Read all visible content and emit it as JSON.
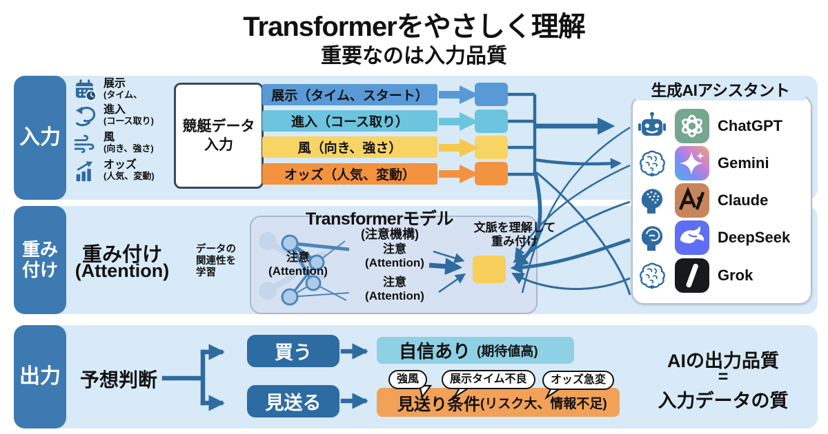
{
  "header": {
    "title": "Transformerをやさしく理解",
    "subtitle": "重要なのは入力品質"
  },
  "colors": {
    "line_blue": "#2e6b9f",
    "band_bg": "#d8eaf7",
    "sidebar_blue": "#3d7ab2",
    "button_blue": "#2d6ba3",
    "yellow_box": "#f7cf5a",
    "confidence_bar": "#8ed0e4",
    "pass_bar": "#f2a158"
  },
  "input": {
    "label": "入力",
    "items": [
      {
        "icon": "calendar-clock-icon",
        "title": "展示",
        "sub": "(タイム、"
      },
      {
        "icon": "curve-arrow-icon",
        "title": "進入",
        "sub": "(コース取り)"
      },
      {
        "icon": "wind-icon",
        "title": "風",
        "sub": "(向き、強さ)"
      },
      {
        "icon": "chart-up-icon",
        "title": "オッズ",
        "sub": "(人気、変動)"
      }
    ],
    "box_line1": "競艇データ",
    "box_line2": "入力",
    "bars": [
      {
        "label": "展示（タイム、スタート）",
        "color": "#599ad6"
      },
      {
        "label": "進入（コース取り）",
        "color": "#6cc4de"
      },
      {
        "label": "風（向き、強さ）",
        "color": "#f8d464"
      },
      {
        "label": "オッズ（人気、変動）",
        "color": "#f3923f"
      }
    ]
  },
  "weighting": {
    "label": "重み付け",
    "heading": "重み付け",
    "heading_sub": "(Attention)",
    "note_lines": [
      "データの",
      "関連性を",
      "学習"
    ],
    "model_title": "Transformerモデル",
    "model_subtitle": "(注意機構)",
    "attention_left": {
      "l1": "注意",
      "l2": "(Attention)"
    },
    "attention_mid": {
      "l1": "注意",
      "l2": "(Attention)"
    },
    "attention_bottom": {
      "l1": "注意",
      "l2": "(Attention)"
    },
    "context_line1": "文脈を理解して",
    "context_line2": "重み付け"
  },
  "ai_panel": {
    "title": "生成AIアシスタント",
    "assistants": [
      {
        "name": "ChatGPT",
        "icon": "robot-icon",
        "logo": "openai-logo",
        "logo_bg": "#74a78e"
      },
      {
        "name": "Gemini",
        "icon": "brain-icon",
        "logo": "gemini-star-logo",
        "logo_bg": "linear-gradient(45deg,#4db3e8 0%,#7e8cf2 35%,#c77fd8 62%,#eba874 100%)"
      },
      {
        "name": "Claude",
        "icon": "head-circuit-icon",
        "logo": "claude-a-logo",
        "logo_bg": "#c8855c"
      },
      {
        "name": "DeepSeek",
        "icon": "head-brain-icon",
        "logo": "deepseek-whale-logo",
        "logo_bg": "#5f6ef2"
      },
      {
        "name": "Grok",
        "icon": "brain-icon",
        "logo": "grok-slash-logo",
        "logo_bg": "#17191d"
      }
    ]
  },
  "output": {
    "label": "出力",
    "decision": "予想判断",
    "buy": "買う",
    "pass": "見送る",
    "confidence": "自信あり",
    "confidence_sub": "(期待値高)",
    "pass_condition": "見送り条件",
    "pass_condition_sub": "(リスク大、情報不足)",
    "bubbles": [
      "強風",
      "展示タイム不良",
      "オッズ急変"
    ],
    "conclusion": [
      "AIの出力品質",
      "=",
      "入力データの質"
    ]
  }
}
